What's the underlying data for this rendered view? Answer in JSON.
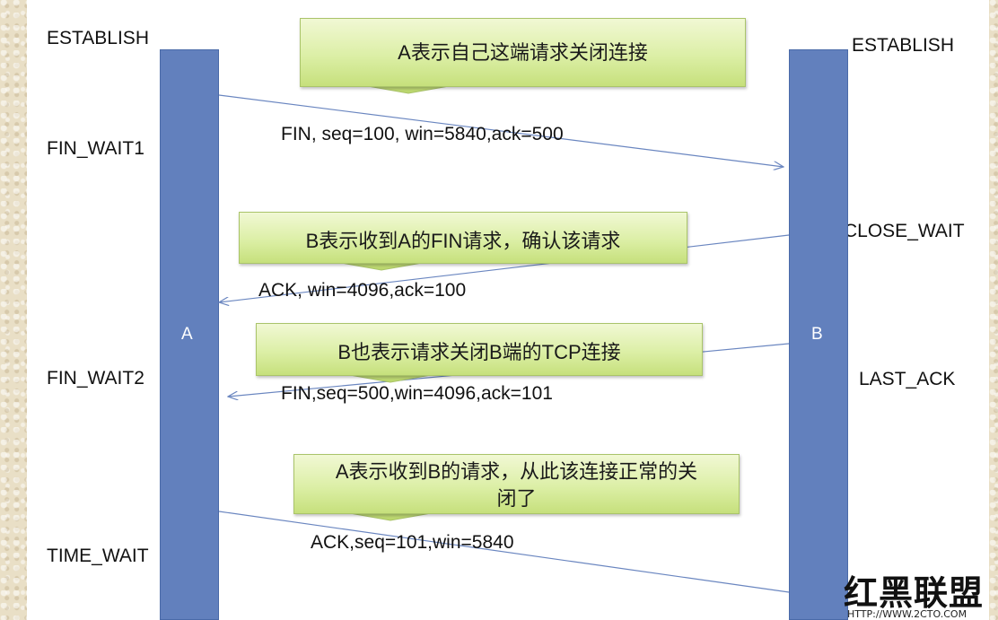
{
  "states_left": [
    "ESTABLISH",
    "FIN_WAIT1",
    "FIN_WAIT2",
    "TIME_WAIT"
  ],
  "states_right": [
    "ESTABLISH",
    "CLOSE_WAIT",
    "LAST_ACK"
  ],
  "bars": {
    "a": "A",
    "b": "B"
  },
  "callouts": [
    "A表示自己这端请求关闭连接",
    "B表示收到A的FIN请求，确认该请求",
    "B也表示请求关闭B端的TCP连接",
    "A表示收到B的请求，从此该连接正常的关闭了"
  ],
  "messages": [
    "FIN, seq=100, win=5840,ack=500",
    "ACK, win=4096,ack=100",
    "FIN,seq=500,win=4096,ack=101",
    "ACK,seq=101,win=5840"
  ],
  "watermark": {
    "logo": "红黑联盟",
    "url": "HTTP://WWW.2CTO.COM"
  },
  "colors": {
    "bar": "#6280bd",
    "arrow": "#6a86c0",
    "callout_green": "#d6eb9a"
  }
}
